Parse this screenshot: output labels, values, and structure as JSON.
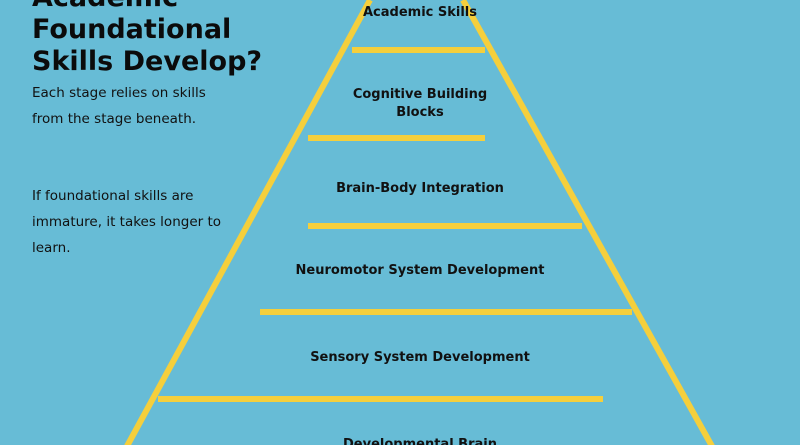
{
  "title_lines": [
    "Academic",
    "Foundational",
    "Skills Develop?"
  ],
  "notes": [
    "Each stage relies on skills from the stage beneath.",
    "If foundational skills are immature, it takes longer to learn."
  ],
  "stages": [
    "Academic Skills",
    "Cognitive Building Blocks",
    "Brain-Body Integration",
    "Neuromotor System Development",
    "Sensory System Development",
    "Developmental Brain"
  ],
  "colors": {
    "background": "#67bcd6",
    "pyramid_stroke": "#f5cf3c",
    "text": "#111111"
  }
}
